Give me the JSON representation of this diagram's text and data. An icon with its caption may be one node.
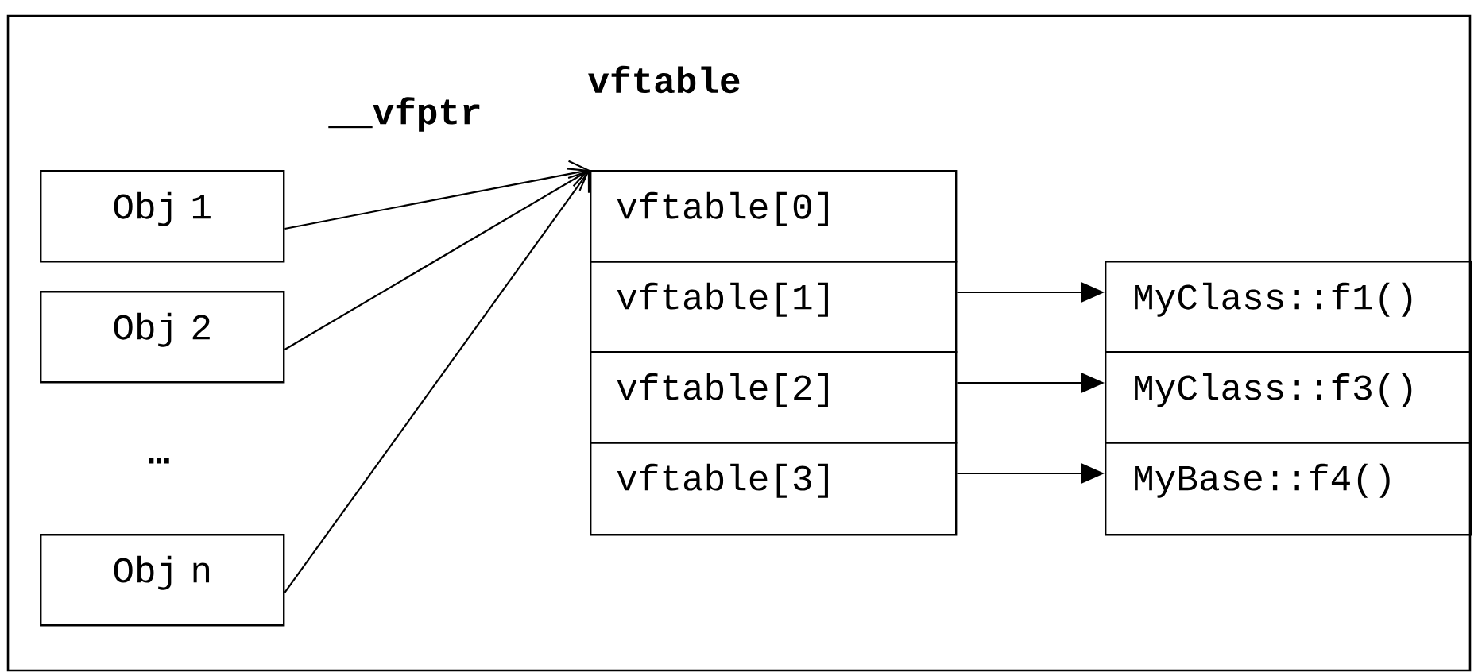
{
  "diagram": {
    "nodes": [
      {
        "text": [
          "Obj 1"
        ]
      },
      {
        "text": [
          "Obj 2"
        ]
      },
      {
        "text": [
          "Obj n"
        ]
      },
      {
        "text": [
          "vftable[0]"
        ]
      },
      {
        "text": [
          "vftable[1]"
        ]
      },
      {
        "text": [
          "vftable[2]"
        ]
      },
      {
        "text": [
          "vftable[3]"
        ]
      },
      {
        "text": [
          "MyClass::f1()"
        ]
      },
      {
        "text": [
          "MyClass::f3()"
        ]
      },
      {
        "text": [
          "MyBase::f4()"
        ]
      }
    ],
    "edges": [
      {
        "from": 0,
        "to": 3,
        "arrow": "to"
      },
      {
        "from": 1,
        "to": 3,
        "arrow": "to"
      },
      {
        "from": 2,
        "to": 3,
        "arrow": "to"
      },
      {
        "from": 4,
        "to": 7,
        "arrow": "to"
      },
      {
        "from": 5,
        "to": 8,
        "arrow": "to"
      },
      {
        "from": 6,
        "to": 9,
        "arrow": "to"
      }
    ],
    "labels": [
      "vftable",
      "__vfptr",
      "…"
    ]
  }
}
